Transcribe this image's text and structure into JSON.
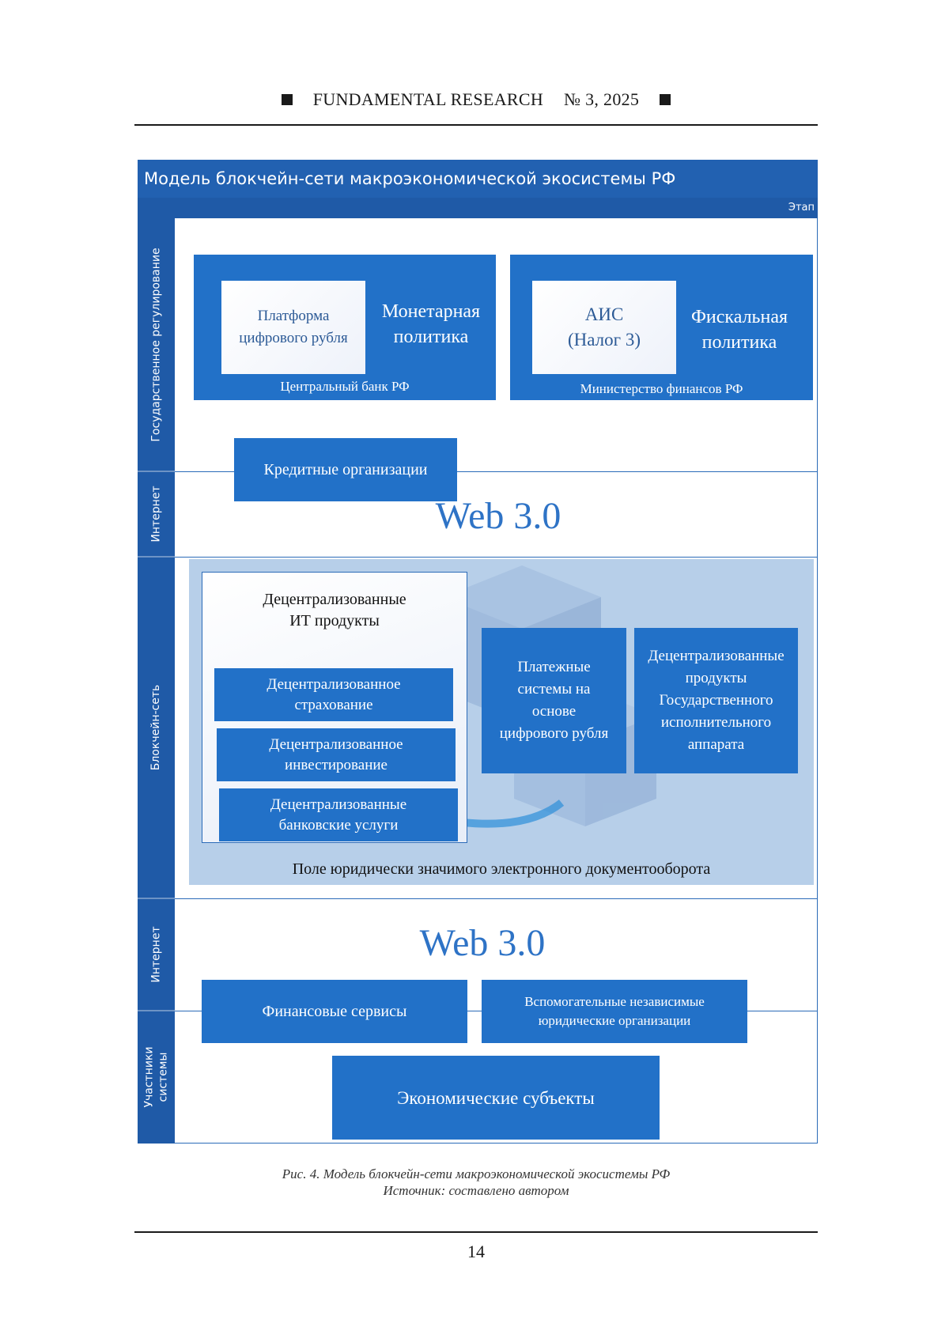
{
  "header": {
    "journal": "FUNDAMENTAL RESEARCH",
    "issue": "№ 3,  2025"
  },
  "figure": {
    "title": "Модель блокчейн-сети макроэкономической экосистемы РФ",
    "stage_label": "Этап",
    "lanes": {
      "gov": "Государственное регулирование",
      "internet_top": "Интернет",
      "blockchain": "Блокчейн-сеть",
      "internet_bottom": "Интернет",
      "participants_1": "Участники",
      "participants_2": "системы"
    },
    "central_bank": {
      "platform_1": "Платформа",
      "platform_2": "цифрового рубля",
      "policy_1": "Монетарная",
      "policy_2": "политика",
      "caption": "Центральный банк РФ"
    },
    "minfin": {
      "ais_1": "АИС",
      "ais_2": "(Налог 3)",
      "policy_1": "Фискальная",
      "policy_2": "политика",
      "caption": "Министерство финансов РФ"
    },
    "credit_orgs": "Кредитные организации",
    "web_top": "Web 3.0",
    "it_products": {
      "title_1": "Децентрализованные",
      "title_2": "ИТ продукты",
      "insurance_1": "Децентрализованное",
      "insurance_2": "страхование",
      "investing_1": "Децентрализованное",
      "investing_2": "инвестирование",
      "banking_1": "Децентрализованные",
      "banking_2": "банковские услуги"
    },
    "payment_systems": [
      "Платежные",
      "системы на",
      "основе",
      "цифрового рубля"
    ],
    "gov_products": [
      "Децентрализованные",
      "продукты",
      "Государственного",
      "исполнительного",
      "аппарата"
    ],
    "doc_field": "Поле юридически значимого электронного документооборота",
    "web_bottom": "Web 3.0",
    "financial_services": "Финансовые сервисы",
    "aux_legal_1": "Вспомогательные независимые",
    "aux_legal_2": "юридические организации",
    "economic_subjects": "Экономические субъекты"
  },
  "caption": {
    "line1": "Рис. 4. Модель блокчейн-сети макроэкономической экосистемы РФ",
    "line2": "Источник: составлено автором"
  },
  "page_number": "14",
  "colors": {
    "lane": "#1f5aa7",
    "box": "#2271c8",
    "title_bar": "#2261b1",
    "field": "#b7cfe9",
    "web_text": "#2e73c6"
  }
}
